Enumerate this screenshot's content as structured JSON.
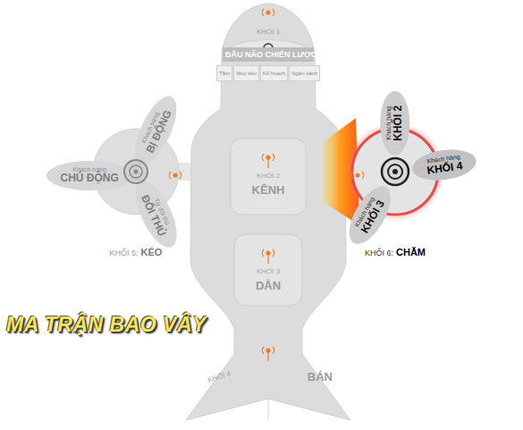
{
  "diagram": {
    "nodes": [
      {
        "text": [
          "KHỐI 1",
          "ĐẦU NÃO CHIẾN LƯỢC"
        ]
      },
      {
        "text": [
          "Tầm"
        ],
        "in": 0
      },
      {
        "text": [
          "Mục tiêu"
        ],
        "in": 0
      },
      {
        "text": [
          "Kế hoạch"
        ],
        "in": 0
      },
      {
        "text": [
          "Ngân sách"
        ],
        "in": 0
      },
      {
        "text": [
          "KHỐI 2",
          "KÊNH"
        ]
      },
      {
        "text": [
          "KHỐI 3",
          "DẪN"
        ]
      },
      {
        "text": [
          "KHỐI 4",
          "BÁN"
        ]
      },
      {
        "text": [
          "Khách hàng",
          "CHỦ ĐỘNG"
        ]
      },
      {
        "text": [
          "Khách hàng",
          "BỊ ĐỘNG"
        ]
      },
      {
        "text": [
          "Từ đối thủ",
          "ĐỐI THỦ"
        ]
      },
      {
        "text": [
          "Khách hàng",
          "KHỐI 2"
        ]
      },
      {
        "text": [
          "Khách hàng",
          "KHỐI 4"
        ]
      },
      {
        "text": [
          "Khách hàng",
          "KHỐI 3"
        ]
      }
    ],
    "labels": [
      "KHỐI 5:",
      "KÉO",
      "KHỐI 6:",
      "CHĂM",
      "MA TRẬN BAO VÂY"
    ]
  }
}
